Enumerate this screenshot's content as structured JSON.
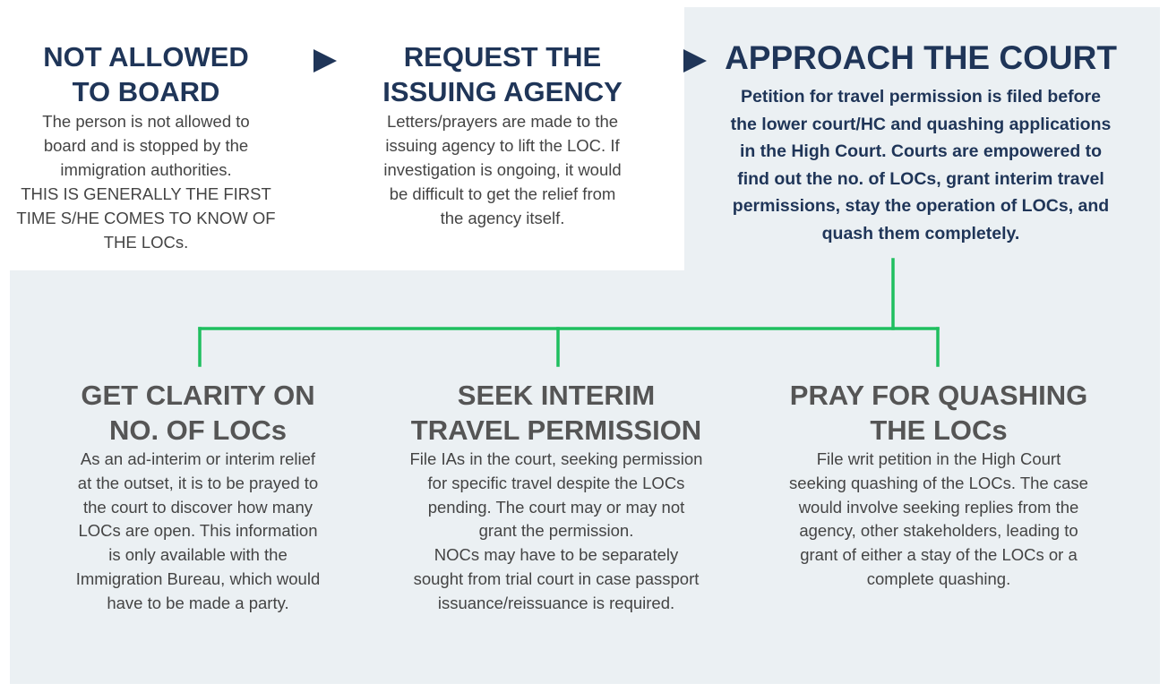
{
  "steps": [
    {
      "title": "NOT ALLOWED\nTO BOARD",
      "body": "The person is not allowed to\nboard and is stopped by the\nimmigration authorities.\nTHIS IS GENERALLY THE FIRST\nTIME S/HE COMES TO KNOW OF\nTHE LOCs."
    },
    {
      "title": "REQUEST THE\nISSUING AGENCY",
      "body": "Letters/prayers are made to the\nissuing agency to lift the LOC. If\ninvestigation is ongoing, it would\nbe difficult to get the relief from\nthe agency itself."
    },
    {
      "title": "APPROACH THE COURT",
      "body": "Petition for travel permission is filed before\nthe lower court/HC and quashing applications\nin the High Court. Courts are empowered to\nfind out the no. of LOCs, grant interim travel\npermissions, stay the operation of LOCs, and\nquash them completely."
    }
  ],
  "branches": [
    {
      "title": "GET CLARITY ON\nNO. OF LOCs",
      "body": "As an ad-interim or interim relief\nat the outset, it is to be prayed to\nthe court to discover how many\nLOCs are open. This information\nis only available with the\nImmigration Bureau, which would\nhave to be made a party."
    },
    {
      "title": "SEEK INTERIM\nTRAVEL PERMISSION",
      "body": "File IAs in the court, seeking permission\nfor specific travel despite the LOCs\npending. The court may or may not\ngrant the permission.\nNOCs may have to be separately\nsought from trial court in case passport\nissuance/reissuance is required."
    },
    {
      "title": "PRAY FOR QUASHING\nTHE LOCs",
      "body": "File writ petition in the High Court\nseeking quashing of the LOCs. The case\nwould involve seeking replies from the\nagency, other stakeholders, leading to\ngrant of either a stay of the LOCs or a\ncomplete quashing."
    }
  ],
  "colors": {
    "heading": "#1f3558",
    "branch_heading": "#555555",
    "connector": "#1fbf5f",
    "panel": "#ebf0f3"
  },
  "icons": [
    "arrow-right-icon",
    "arrow-right-icon"
  ]
}
